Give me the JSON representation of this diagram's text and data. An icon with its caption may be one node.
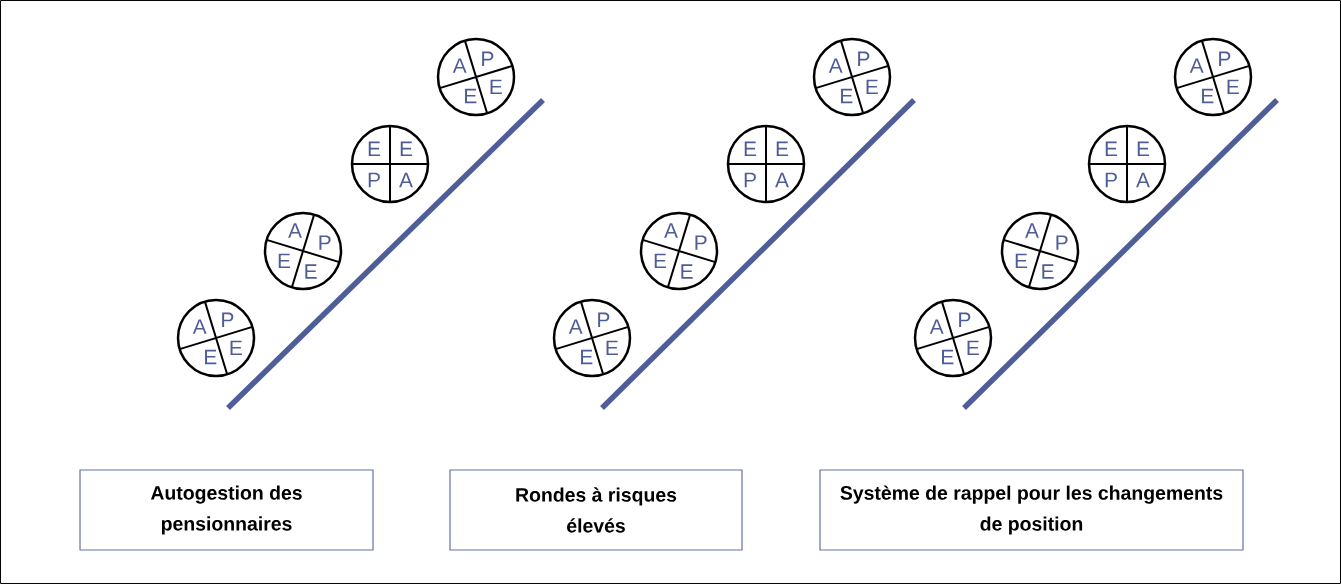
{
  "diagram": {
    "nodes": [
      {
        "text": [
          "A",
          "P",
          "E",
          "E"
        ]
      },
      {
        "text": [
          "A",
          "P",
          "E",
          "E"
        ]
      },
      {
        "text": [
          "E",
          "E",
          "P",
          "A"
        ]
      },
      {
        "text": [
          "A",
          "P",
          "E",
          "E"
        ]
      },
      {
        "text": [
          "Autogestion des pensionnaires"
        ]
      },
      {
        "text": [
          "A",
          "P",
          "E",
          "E"
        ]
      },
      {
        "text": [
          "A",
          "P",
          "E",
          "E"
        ]
      },
      {
        "text": [
          "E",
          "E",
          "P",
          "A"
        ]
      },
      {
        "text": [
          "A",
          "P",
          "E",
          "E"
        ]
      },
      {
        "text": [
          "Rondes à risques élevés"
        ]
      },
      {
        "text": [
          "A",
          "P",
          "E",
          "E"
        ]
      },
      {
        "text": [
          "A",
          "P",
          "E",
          "E"
        ]
      },
      {
        "text": [
          "E",
          "E",
          "P",
          "A"
        ]
      },
      {
        "text": [
          "A",
          "P",
          "E",
          "E"
        ]
      },
      {
        "text": [
          "Système de rappel pour les changements de position"
        ]
      }
    ]
  }
}
